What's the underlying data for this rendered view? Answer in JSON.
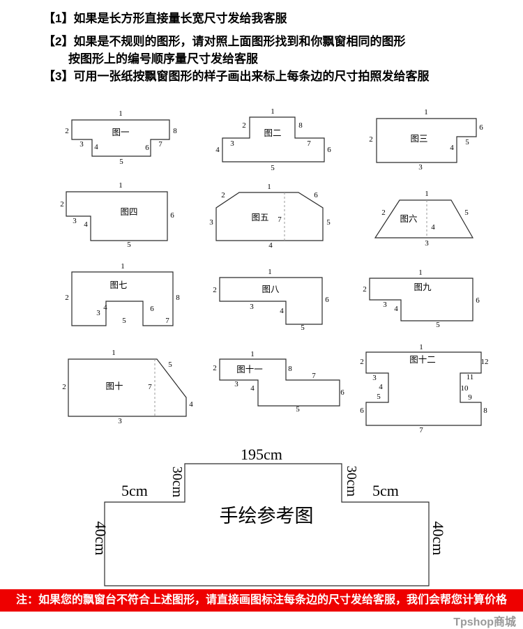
{
  "instructions": {
    "line1": "【1】如果是长方形直接量长宽尺寸发给我客服",
    "line2": "【2】如果是不规则的图形，请对照上面图形找到和你飘窗相同的图形",
    "line2_cont": "按图形上的编号顺序量尺寸发给客服",
    "line3": "【3】可用一张纸按飘窗图形的样子画出来标上每条边的尺寸拍照发给客服"
  },
  "diagrams": [
    {
      "name": "图一",
      "edges": [
        "1",
        "2",
        "3",
        "4",
        "5",
        "6",
        "7",
        "8"
      ]
    },
    {
      "name": "图二",
      "edges": [
        "1",
        "2",
        "3",
        "4",
        "5",
        "6",
        "7",
        "8"
      ]
    },
    {
      "name": "图三",
      "edges": [
        "1",
        "2",
        "3",
        "4",
        "5",
        "6"
      ]
    },
    {
      "name": "图四",
      "edges": [
        "1",
        "2",
        "3",
        "4",
        "5",
        "6"
      ]
    },
    {
      "name": "图五",
      "edges": [
        "1",
        "2",
        "3",
        "4",
        "5",
        "6",
        "7"
      ]
    },
    {
      "name": "图六",
      "edges": [
        "1",
        "2",
        "3",
        "4",
        "5"
      ]
    },
    {
      "name": "图七",
      "edges": [
        "1",
        "2",
        "3",
        "4",
        "5",
        "6",
        "7",
        "8"
      ]
    },
    {
      "name": "图八",
      "edges": [
        "1",
        "2",
        "3",
        "4",
        "5",
        "6"
      ]
    },
    {
      "name": "图九",
      "edges": [
        "1",
        "2",
        "3",
        "4",
        "5",
        "6"
      ]
    },
    {
      "name": "图十",
      "edges": [
        "1",
        "2",
        "3",
        "4",
        "5",
        "7"
      ]
    },
    {
      "name": "图十一",
      "edges": [
        "1",
        "2",
        "3",
        "4",
        "5",
        "6",
        "7",
        "8"
      ]
    },
    {
      "name": "图十二",
      "edges": [
        "1",
        "2",
        "3",
        "4",
        "5",
        "6",
        "7",
        "8",
        "9",
        "10",
        "11",
        "12"
      ]
    }
  ],
  "reference": {
    "title": "手绘参考图",
    "top_width": "195cm",
    "left_step": "30cm",
    "right_step": "30cm",
    "left_shoulder": "5cm",
    "right_shoulder": "5cm",
    "left_height": "40cm",
    "right_height": "40cm"
  },
  "notice": {
    "text": "注：如果您的飘窗台不符合上述图形，请直接画图标注每条边的尺寸发给客服，我们会帮您计算价格"
  },
  "footer": {
    "brand": "Tpshop商城"
  },
  "colors": {
    "banner_bg": "#ee0000",
    "banner_text": "#ffffff",
    "line_color": "#2b2b2b",
    "brand_gray": "#999999"
  }
}
